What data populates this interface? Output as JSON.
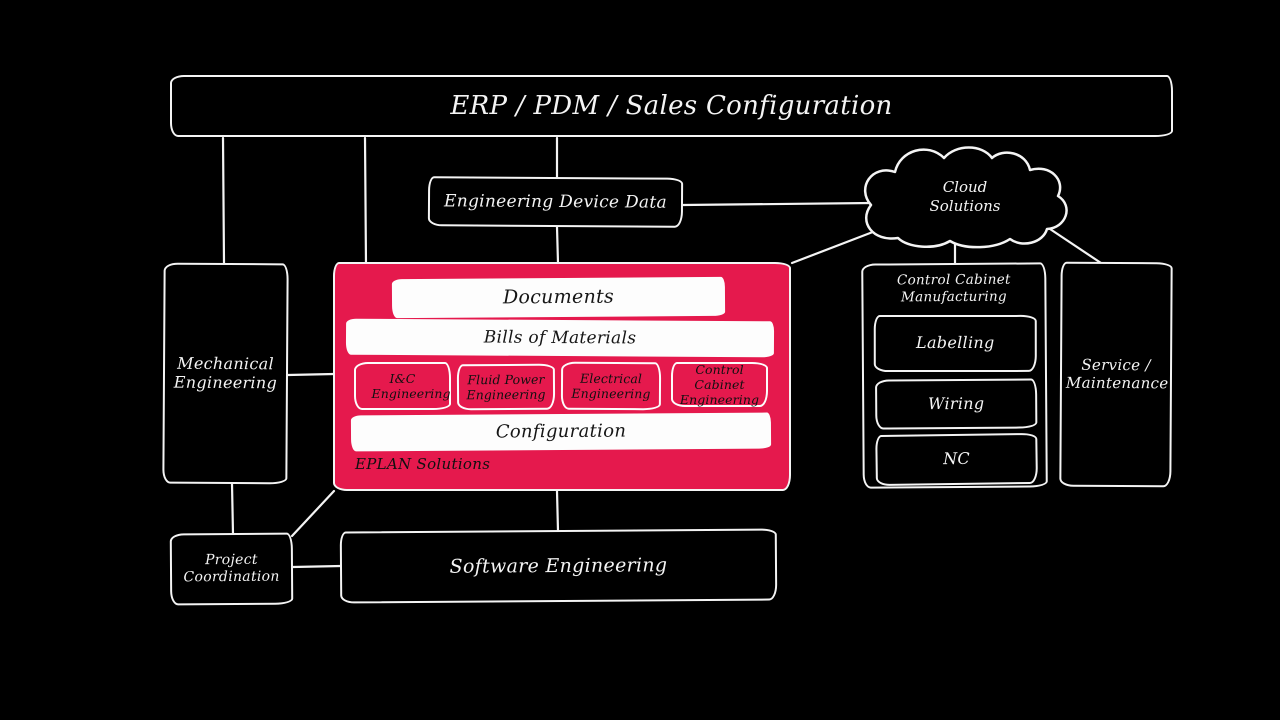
{
  "colors": {
    "background": "#000000",
    "ink": "#f4f4f4",
    "accent_red": "#e5194d",
    "dark_text": "#101010"
  },
  "boxes": {
    "erp_pdm": "ERP / PDM / Sales Configuration",
    "engineering_device_data": "Engineering Device Data",
    "cloud_solutions": "Cloud Solutions",
    "mechanical_engineering": "Mechanical Engineering",
    "eplan_solutions": "EPLAN Solutions",
    "documents": "Documents",
    "bills_of_materials": "Bills of Materials",
    "ic_engineering": "I&C Engineering",
    "fluid_power_engineering": "Fluid Power Engineering",
    "electrical_engineering": "Electrical Engineering",
    "control_cabinet_engineering": "Control Cabinet Engineering",
    "configuration": "Configuration",
    "control_cabinet_manufacturing": "Control Cabinet Manufacturing",
    "labelling": "Labelling",
    "wiring": "Wiring",
    "nc": "NC",
    "service_maintenance": "Service / Maintenance",
    "project_coordination": "Project Coordination",
    "software_engineering": "Software Engineering"
  }
}
